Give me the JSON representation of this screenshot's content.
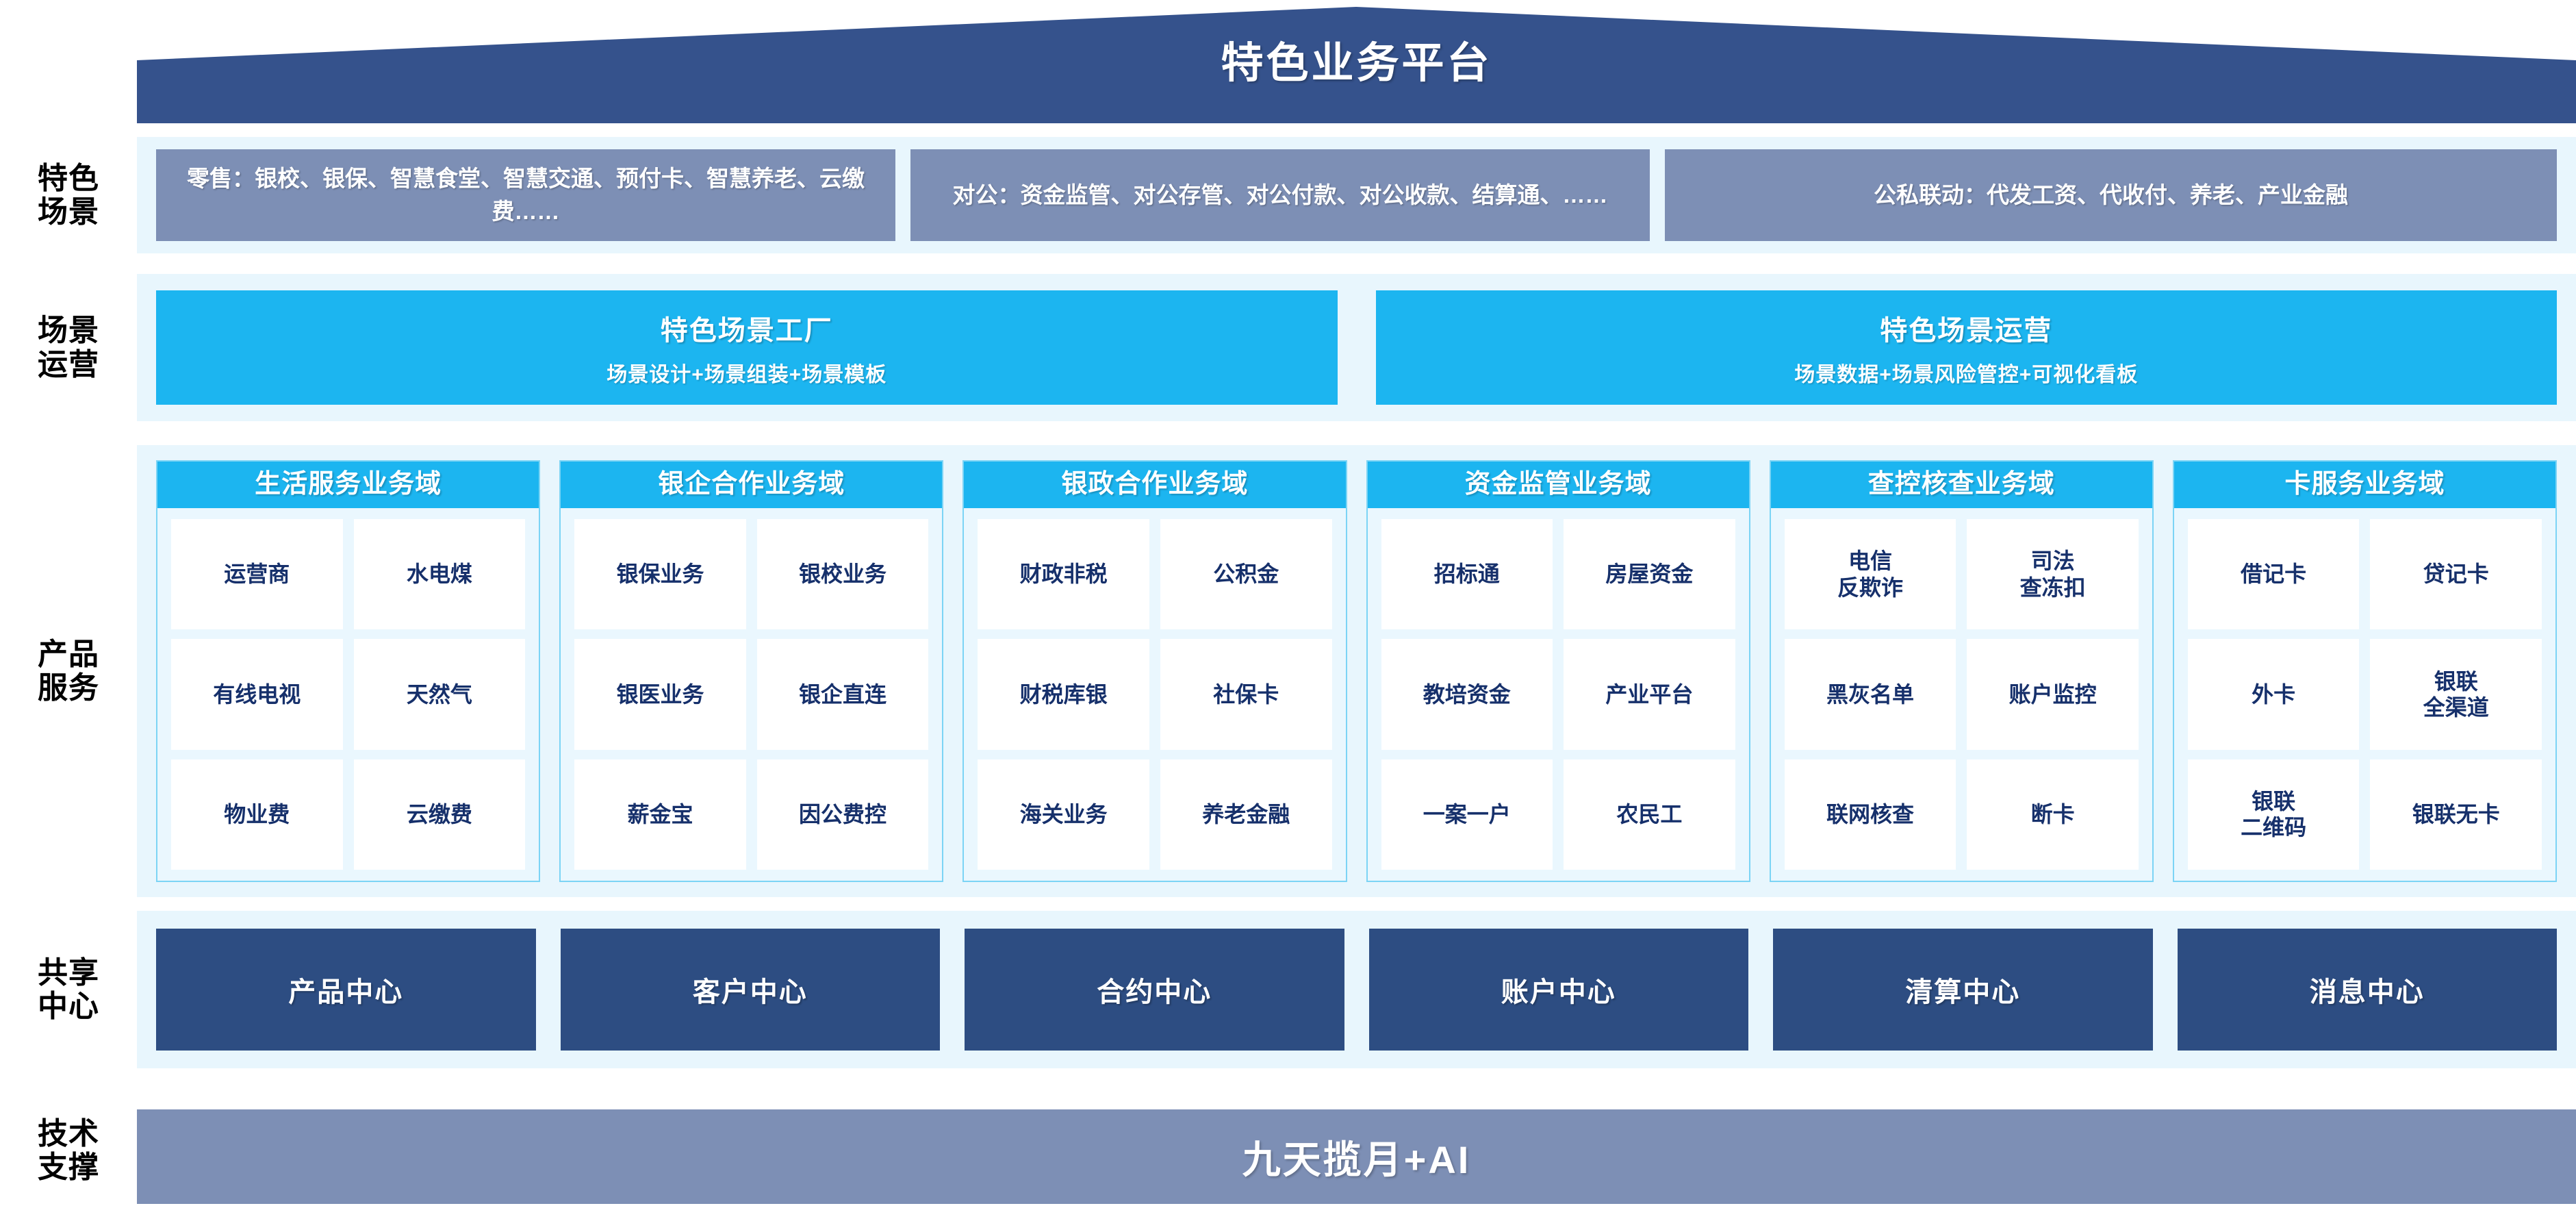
{
  "header": {
    "title": "特色业务平台",
    "roof_color": "#35528c"
  },
  "palette": {
    "dark_blue": "#2d4d82",
    "gray_blue": "#7d8fb5",
    "cyan": "#1cb5f0",
    "panel_bg": "#e8f6fd",
    "cell_text": "#16306b"
  },
  "rows": {
    "scenario": {
      "label_line1": "特色",
      "label_line2": "场景",
      "boxes": [
        "零售：银校、银保、智慧食堂、智慧交通、预付卡、智慧养老、云缴费……",
        "对公：资金监管、对公存管、对公付款、对公收款、结算通、……",
        "公私联动：代发工资、代收付、养老、产业金融"
      ]
    },
    "operation": {
      "label_line1": "场景",
      "label_line2": "运营",
      "boxes": [
        {
          "title": "特色场景工厂",
          "subtitle": "场景设计+场景组装+场景模板"
        },
        {
          "title": "特色场景运营",
          "subtitle": "场景数据+场景风险管控+可视化看板"
        }
      ]
    },
    "product": {
      "label_line1": "产品",
      "label_line2": "服务",
      "domains": [
        {
          "title": "生活服务业务域",
          "cells": [
            [
              "运营商",
              "水电煤"
            ],
            [
              "有线电视",
              "天然气"
            ],
            [
              "物业费",
              "云缴费"
            ]
          ]
        },
        {
          "title": "银企合作业务域",
          "cells": [
            [
              "银保业务",
              "银校业务"
            ],
            [
              "银医业务",
              "银企直连"
            ],
            [
              "薪金宝",
              "因公费控"
            ]
          ]
        },
        {
          "title": "银政合作业务域",
          "cells": [
            [
              "财政非税",
              "公积金"
            ],
            [
              "财税库银",
              "社保卡"
            ],
            [
              "海关业务",
              "养老金融"
            ]
          ]
        },
        {
          "title": "资金监管业务域",
          "cells": [
            [
              "招标通",
              "房屋资金"
            ],
            [
              "教培资金",
              "产业平台"
            ],
            [
              "一案一户",
              "农民工"
            ]
          ]
        },
        {
          "title": "查控核查业务域",
          "cells": [
            [
              "电信\n反欺诈",
              "司法\n查冻扣"
            ],
            [
              "黑灰名单",
              "账户监控"
            ],
            [
              "联网核查",
              "断卡"
            ]
          ]
        },
        {
          "title": "卡服务业务域",
          "cells": [
            [
              "借记卡",
              "贷记卡"
            ],
            [
              "外卡",
              "银联\n全渠道"
            ],
            [
              "银联\n二维码",
              "银联无卡"
            ]
          ]
        }
      ]
    },
    "shared": {
      "label_line1": "共享",
      "label_line2": "中心",
      "centers": [
        "产品中心",
        "客户中心",
        "合约中心",
        "账户中心",
        "清算中心",
        "消息中心"
      ]
    },
    "tech": {
      "label_line1": "技术",
      "label_line2": "支撑",
      "bar_label": "九天揽月+AI"
    }
  }
}
